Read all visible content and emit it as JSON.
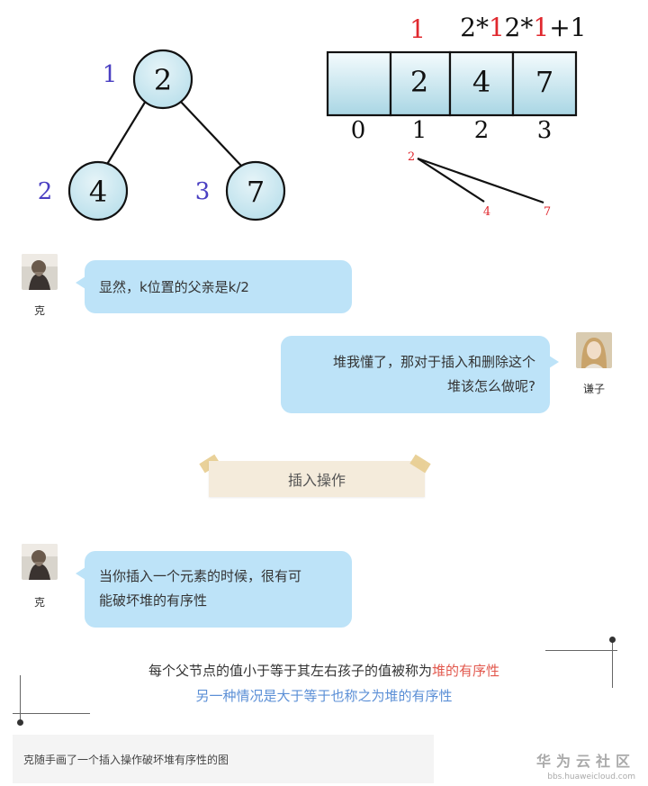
{
  "diagram": {
    "tree": {
      "nodes": [
        {
          "value": "2",
          "index": "1"
        },
        {
          "value": "4",
          "index": "2"
        },
        {
          "value": "7",
          "index": "3"
        }
      ]
    },
    "array": {
      "top_labels": {
        "a": "1",
        "b_prefix": "2*",
        "b_num": "1",
        "c_prefix": "2*",
        "c_num": "1",
        "c_suffix": "+1"
      },
      "cells": [
        "",
        "2",
        "4",
        "7"
      ],
      "indices": [
        "0",
        "1",
        "2",
        "3"
      ]
    },
    "sketch": {
      "root": "2",
      "left": "4",
      "right": "7"
    },
    "colors": {
      "index_blue": "#4a3fc2",
      "accent_red": "#e0282e",
      "node_fill": "#cde9f3"
    }
  },
  "chat": [
    {
      "sender": "克",
      "text": "显然，k位置的父亲是k/2"
    },
    {
      "sender": "谦子",
      "text_lines": [
        "堆我懂了，那对于插入和删除这个",
        "堆该怎么做呢?"
      ]
    },
    {
      "banner": "插入操作"
    },
    {
      "sender": "克",
      "text_lines": [
        "当你插入一个元素的时候，很有可",
        "能破坏堆的有序性"
      ]
    }
  ],
  "summary": {
    "line1_plain": "每个父节点的值小于等于其左右孩子的值被称为",
    "line1_red": "堆的有序性",
    "line2_blue": "另一种情况是大于等于也称之为堆的有序性"
  },
  "caption": "克随手画了一个插入操作破坏堆有序性的图",
  "watermark": {
    "main": "华为云社区",
    "sub": "bbs.huaweicloud.com"
  },
  "bubble_color": "#bde3f8"
}
